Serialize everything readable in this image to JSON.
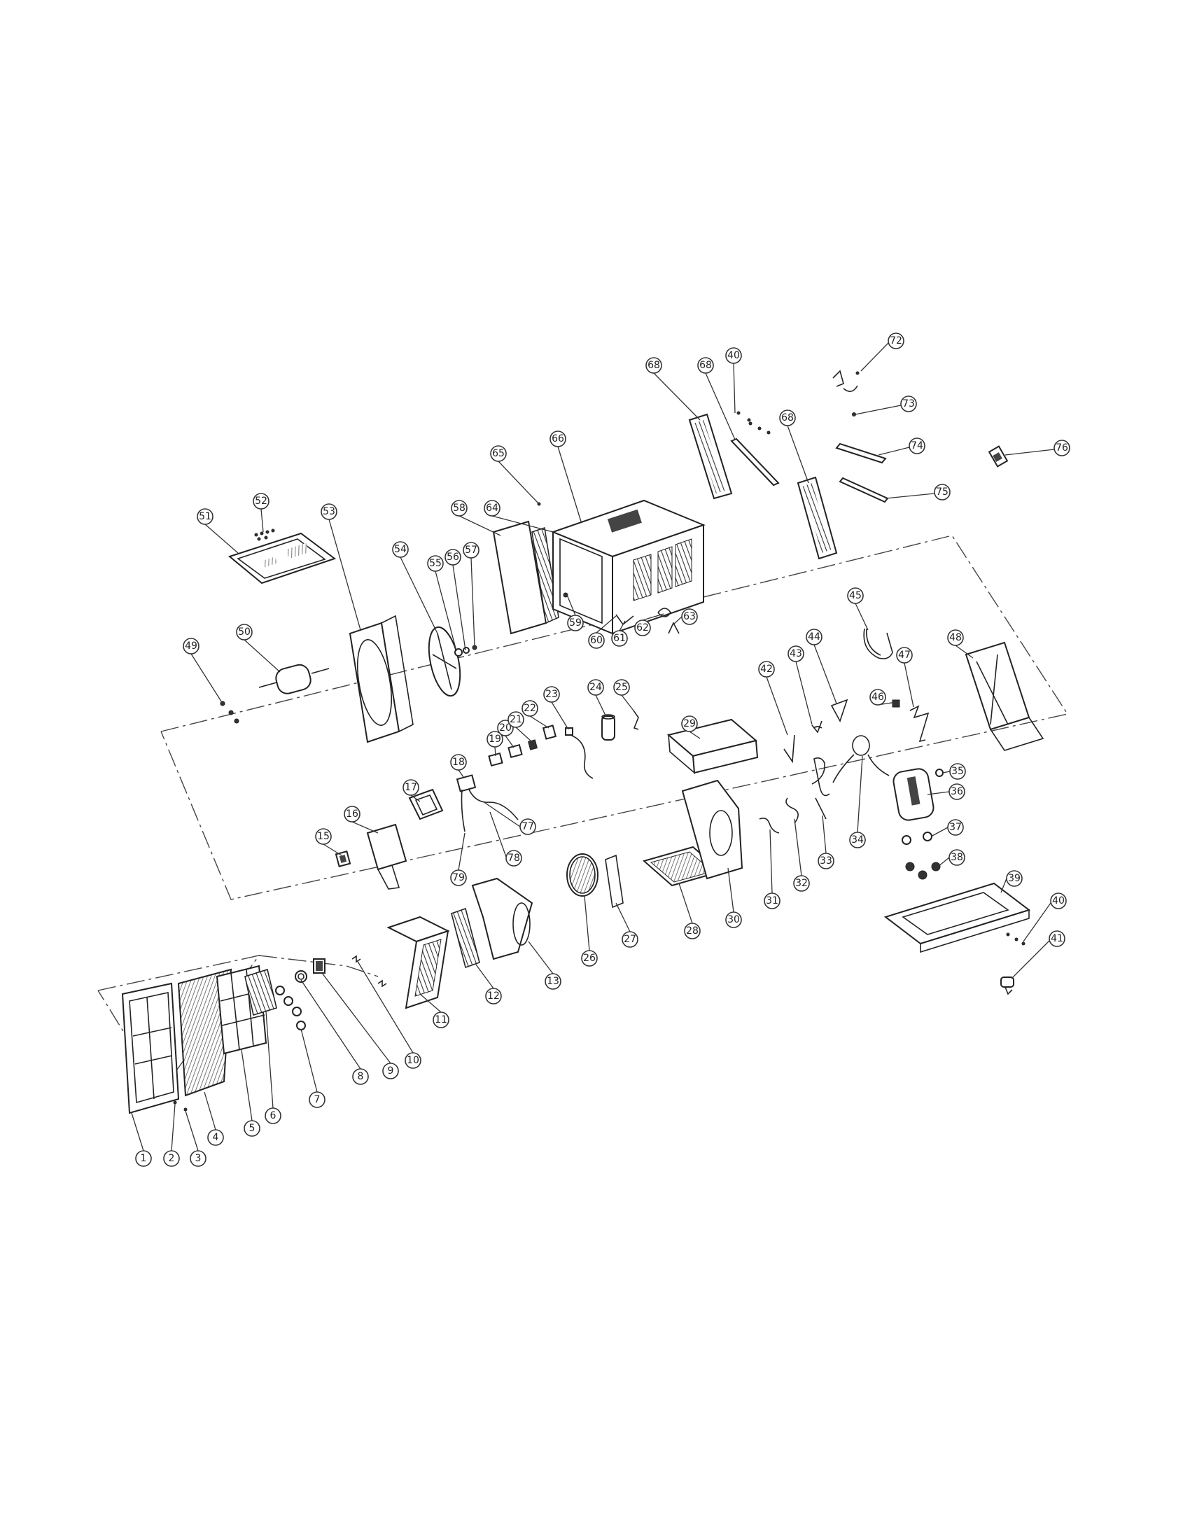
{
  "diagram": {
    "part_numbers": [
      "1",
      "2",
      "3",
      "4",
      "5",
      "6",
      "7",
      "8",
      "9",
      "10",
      "11",
      "12",
      "13",
      "15",
      "16",
      "17",
      "18",
      "19",
      "20",
      "21",
      "22",
      "23",
      "24",
      "25",
      "26",
      "27",
      "28",
      "29",
      "30",
      "31",
      "32",
      "33",
      "34",
      "35",
      "36",
      "37",
      "38",
      "39",
      "40",
      "40",
      "41",
      "42",
      "43",
      "44",
      "45",
      "46",
      "47",
      "48",
      "49",
      "50",
      "51",
      "52",
      "53",
      "54",
      "55",
      "56",
      "57",
      "58",
      "59",
      "60",
      "61",
      "62",
      "63",
      "64",
      "65",
      "66",
      "68",
      "68",
      "68",
      "72",
      "73",
      "74",
      "75",
      "76",
      "77",
      "78",
      "79"
    ]
  }
}
